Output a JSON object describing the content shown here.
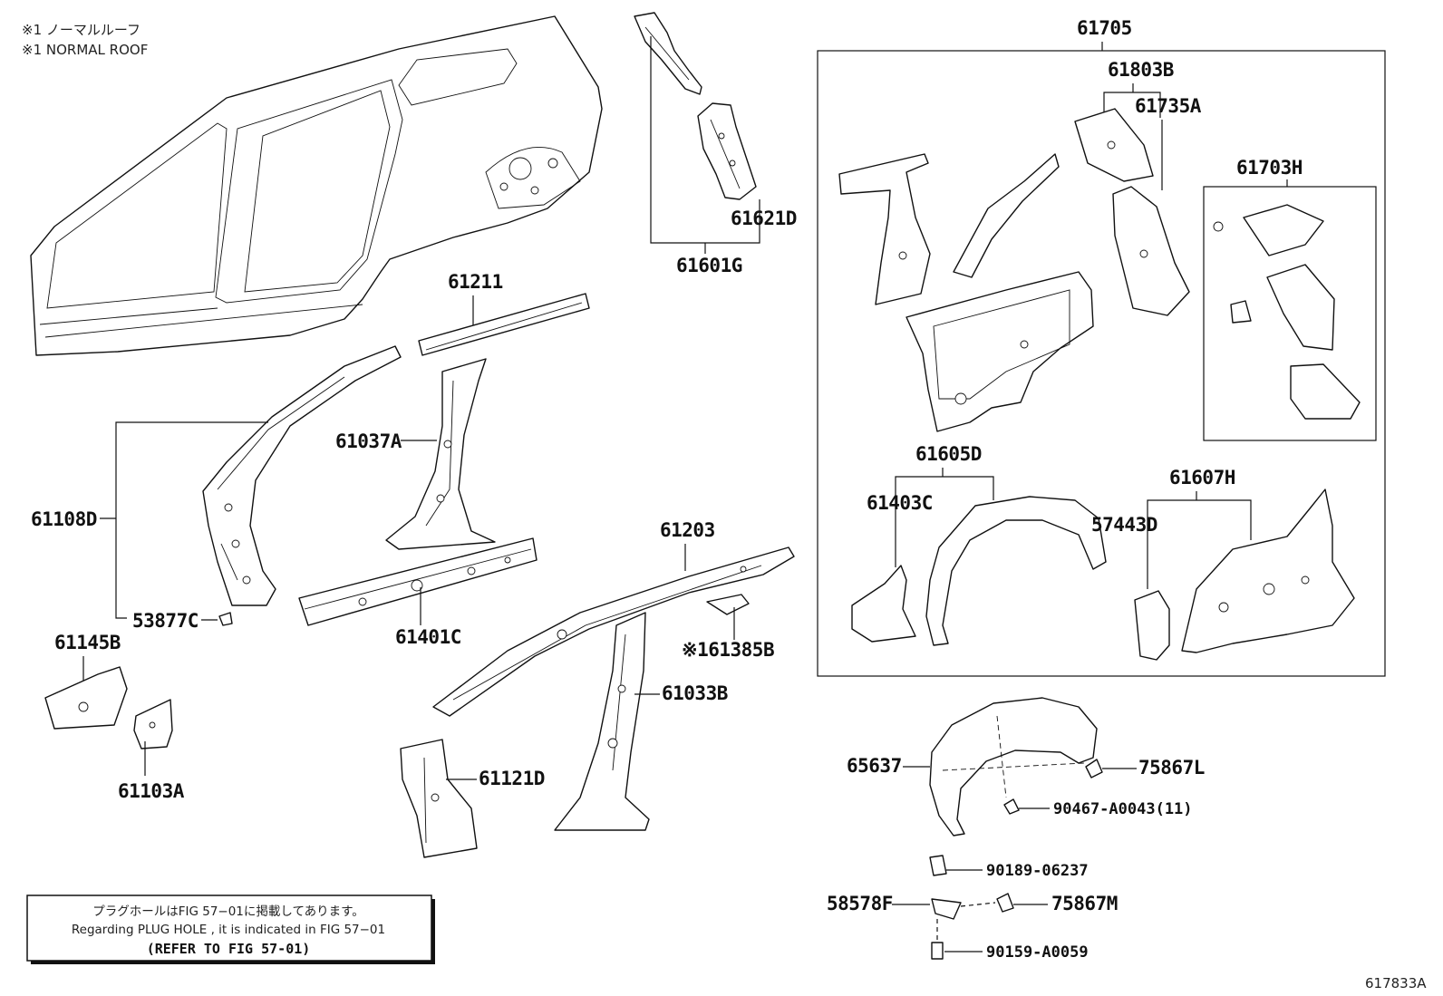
{
  "notes": {
    "roof_jp": "※1 ノーマルルーフ",
    "roof_en": "※1 NORMAL ROOF"
  },
  "parts": {
    "p61705": "61705",
    "p61803B": "61803B",
    "p61735A": "61735A",
    "p61703H": "61703H",
    "p61621D": "61621D",
    "p61601G": "61601G",
    "p61211": "61211",
    "p61037A": "61037A",
    "p61108D": "61108D",
    "p53877C": "53877C",
    "p61145B": "61145B",
    "p61103A": "61103A",
    "p61401C": "61401C",
    "p61203": "61203",
    "p61385B": "※161385B",
    "p61033B": "61033B",
    "p61121D": "61121D",
    "p61605D": "61605D",
    "p61403C": "61403C",
    "p61607H": "61607H",
    "p57443D": "57443D",
    "p65637": "65637",
    "p75867L": "75867L",
    "p90467": "90467-A0043(11)",
    "p90189": "90189-06237",
    "p58578F": "58578F",
    "p75867M": "75867M",
    "p90159": "90159-A0059"
  },
  "info_box": {
    "line1": "プラグホールはFIG 57−01に掲載してあります。",
    "line2": "Regarding  PLUG  HOLE , it is indicated in FIG  57−01",
    "line3": "(REFER TO FIG 57-01)"
  },
  "figure_ref": "617833A"
}
